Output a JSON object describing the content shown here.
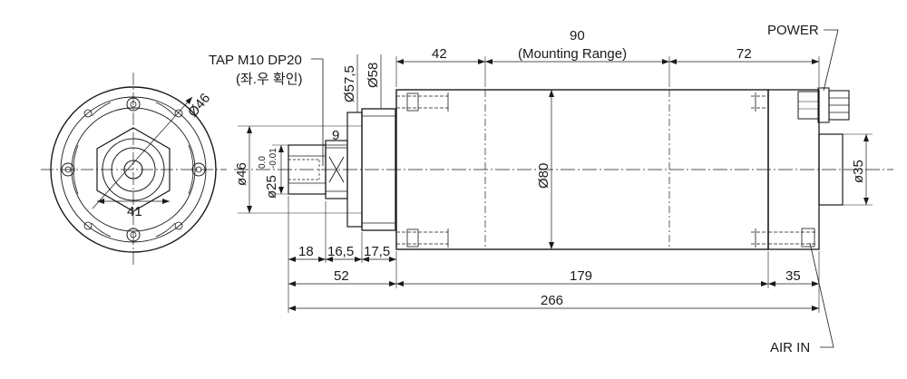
{
  "labels": {
    "tap": "TAP M10 DP20",
    "tap_note": "(좌.우 확인)",
    "power": "POWER",
    "air_in": "AIR IN",
    "mounting_range": "(Mounting Range)"
  },
  "dimensions": {
    "d46_front": "Ø46",
    "d41": "41",
    "d57_5": "Ø57,5",
    "d58": "Ø58",
    "d46_side": "ø46",
    "d25": "ø25",
    "tol_upper": "0.0",
    "tol_lower": "-0.01",
    "d9": "9",
    "d80": "Ø80",
    "d35_dia": "ø35",
    "d42": "42",
    "d90": "90",
    "d72": "72",
    "d18": "18",
    "d16_5": "16,5",
    "d17_5": "17,5",
    "d52": "52",
    "d179": "179",
    "d35": "35",
    "d266": "266"
  }
}
